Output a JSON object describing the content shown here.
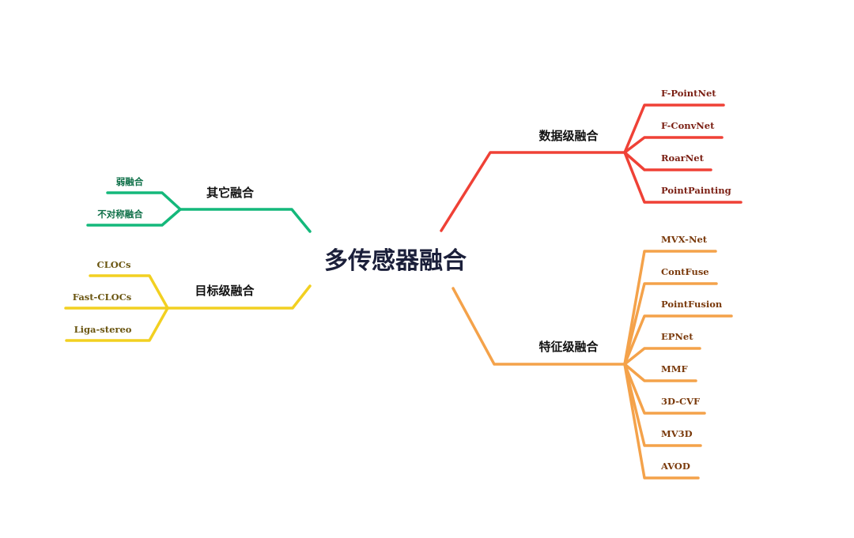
{
  "root": {
    "label": "多传感器融合"
  },
  "colors": {
    "data_level": "#ef4136",
    "feature_level": "#f4a24a",
    "other": "#14b87b",
    "target_level": "#f2d021",
    "root_text": "#1b1f3a"
  },
  "branches": {
    "data_level": {
      "label": "数据级融合",
      "children": [
        "F-PointNet",
        "F-ConvNet",
        "RoarNet",
        "PointPainting"
      ]
    },
    "feature_level": {
      "label": "特征级融合",
      "children": [
        "MVX-Net",
        "ContFuse",
        "PointFusion",
        "EPNet",
        "MMF",
        "3D-CVF",
        "MV3D",
        "AVOD"
      ]
    },
    "other": {
      "label": "其它融合",
      "children": [
        "弱融合",
        "不对称融合"
      ]
    },
    "target_level": {
      "label": "目标级融合",
      "children": [
        "CLOCs",
        "Fast-CLOCs",
        "Liga-stereo"
      ]
    }
  }
}
